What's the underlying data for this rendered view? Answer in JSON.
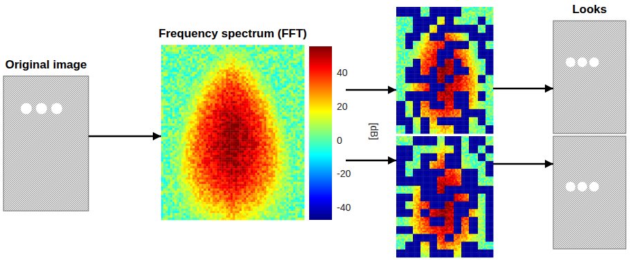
{
  "diagram": {
    "nodes": [
      {
        "text": [
          "Original image"
        ]
      },
      {
        "text": [
          "Frequency spectrum (FFT)"
        ]
      },
      {
        "text": []
      },
      {
        "text": []
      },
      {
        "text": [
          "Looks"
        ]
      },
      {
        "text": []
      }
    ],
    "edges": [
      {
        "from": 0,
        "to": 1,
        "arrow": "to"
      },
      {
        "from": 1,
        "to": 2,
        "arrow": "to"
      },
      {
        "from": 1,
        "to": 3,
        "arrow": "to"
      },
      {
        "from": 2,
        "to": 4,
        "arrow": "to"
      },
      {
        "from": 3,
        "to": 5,
        "arrow": "to"
      }
    ],
    "labels": [
      "40",
      "20",
      "0",
      "-20",
      "-40",
      "[dB]"
    ]
  }
}
